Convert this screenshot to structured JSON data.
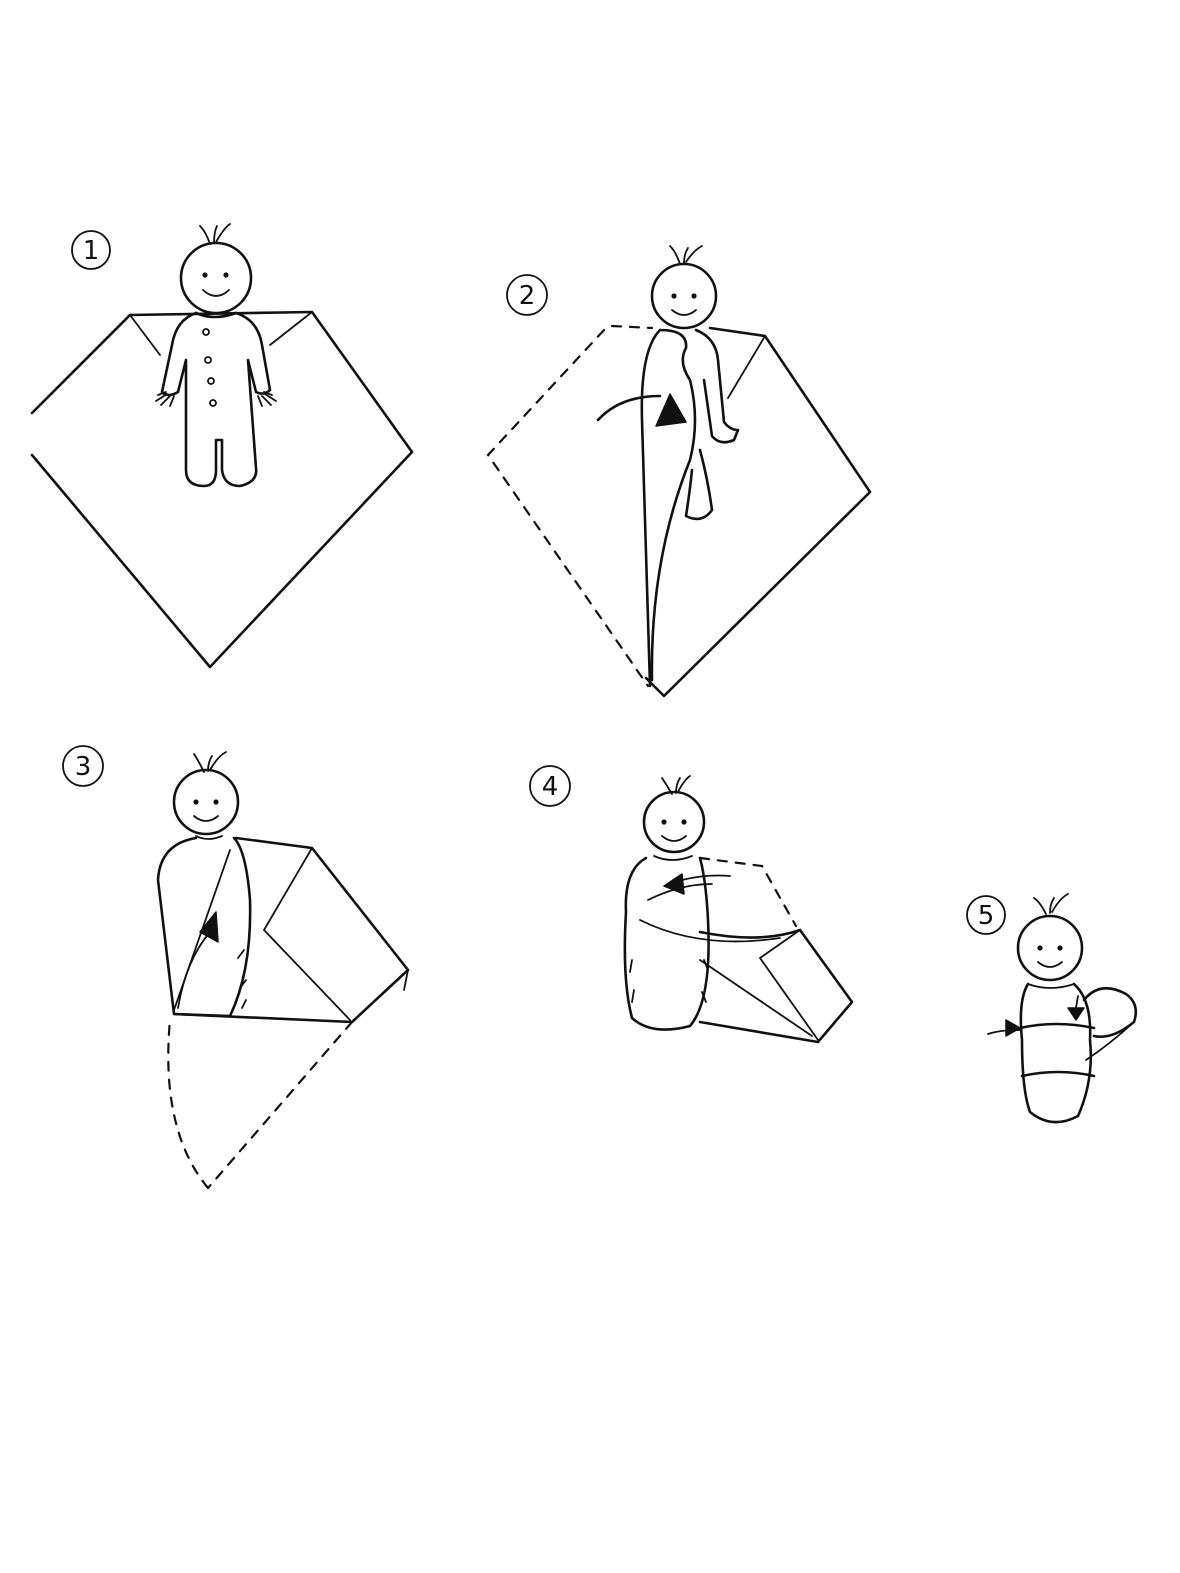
{
  "diagram": {
    "steps": [
      {
        "number": "1"
      },
      {
        "number": "2"
      },
      {
        "number": "3"
      },
      {
        "number": "4"
      },
      {
        "number": "5"
      }
    ]
  }
}
